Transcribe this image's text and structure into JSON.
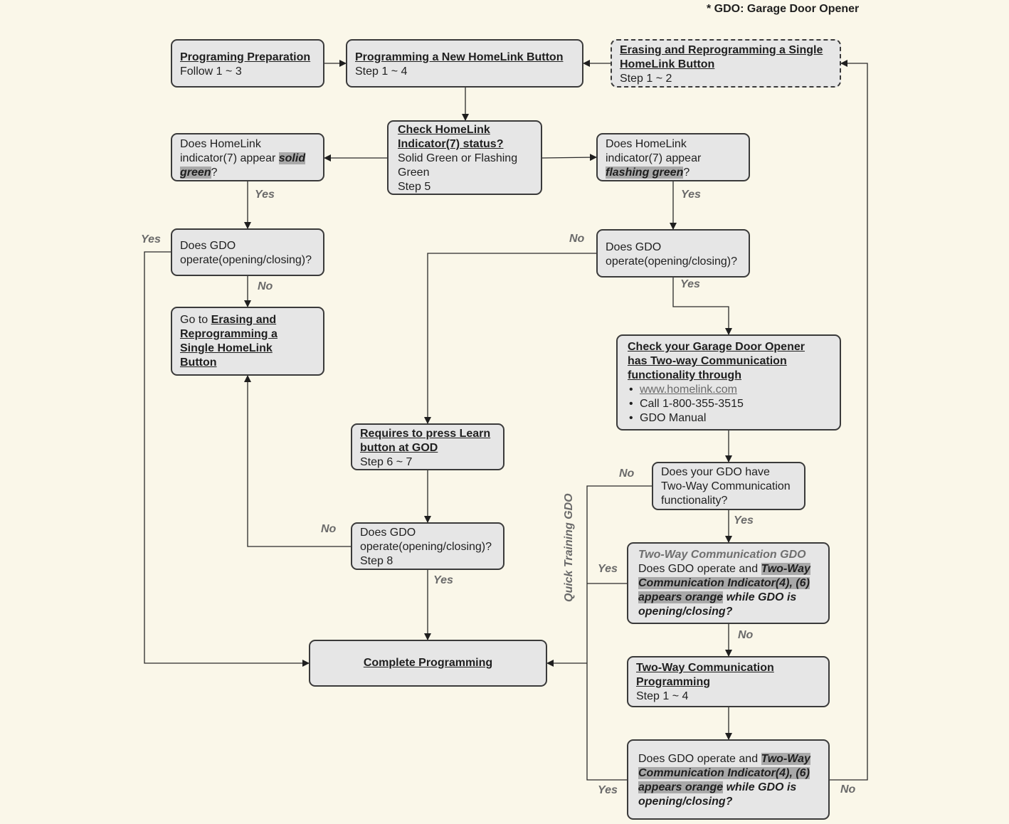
{
  "note": "* GDO: Garage Door Opener",
  "prep": {
    "title": "Programing Preparation",
    "line": "Follow 1 ~ 3"
  },
  "new_btn": {
    "title": "Programming a New HomeLink Button",
    "line": "Step 1 ~ 4"
  },
  "erase": {
    "title1": "Erasing and Reprogramming a Single",
    "title2": "HomeLink Button",
    "line": "Step 1 ~ 2"
  },
  "check": {
    "title1": "Check HomeLink",
    "title2": "Indicator(7) status?",
    "line1": "Solid Green or Flashing",
    "line2": "Green",
    "line3": "Step 5"
  },
  "solid": {
    "line1": "Does HomeLink",
    "line2a": "indicator(7) appear ",
    "hl1": "solid",
    "hl2": "green",
    "q": "?"
  },
  "flash": {
    "line1": "Does HomeLink",
    "line2": "indicator(7) appear",
    "hl": "flashing green",
    "q": "?"
  },
  "gdo_left": {
    "line1": "Does GDO",
    "line2": "operate(opening/closing)?"
  },
  "gdo_right": {
    "line1": "Does GDO",
    "line2": "operate(opening/closing)?"
  },
  "goto": {
    "prefix": "Go to ",
    "t1": "Erasing and",
    "t2": "Reprogramming a",
    "t3": "Single HomeLink",
    "t4": "Button"
  },
  "learn": {
    "title1": "Requires to press Learn",
    "title2": "button at GOD",
    "line": "Step 6 ~ 7"
  },
  "gdo_mid": {
    "line1": "Does GDO",
    "line2": "operate(opening/closing)?",
    "line3": "Step 8"
  },
  "complete": {
    "title": "Complete Programming"
  },
  "check_two": {
    "title1": "Check your Garage Door Opener",
    "title2": "has Two-way Communication",
    "title3": "functionality through",
    "items": [
      "www.homelink.com",
      "Call 1-800-355-3515",
      "GDO Manual"
    ]
  },
  "have_two": {
    "line1": "Does your GDO have",
    "line2": "Two-Way Communication",
    "line3": "functionality?"
  },
  "two_gdo": {
    "title": "Two-Way Communication GDO",
    "line1a": "Does GDO operate and ",
    "hl1": "Two-Way",
    "hl2": "Communication Indicator(4), (6)",
    "hl3": "appears orange",
    "tail": " while GDO is",
    "line4": "opening/closing?"
  },
  "two_prog": {
    "title1": "Two-Way Communication",
    "title2": "Programming",
    "line": "Step 1 ~ 4"
  },
  "final": {
    "line1a": "Does GDO operate and ",
    "hl1": "Two-Way",
    "hl2": "Communication Indicator(4), (6)",
    "hl3": "appears orange",
    "tail": " while GDO is",
    "line4": "opening/closing?"
  },
  "labels": {
    "yes": "Yes",
    "no": "No",
    "quick": "Quick Training GDO"
  }
}
